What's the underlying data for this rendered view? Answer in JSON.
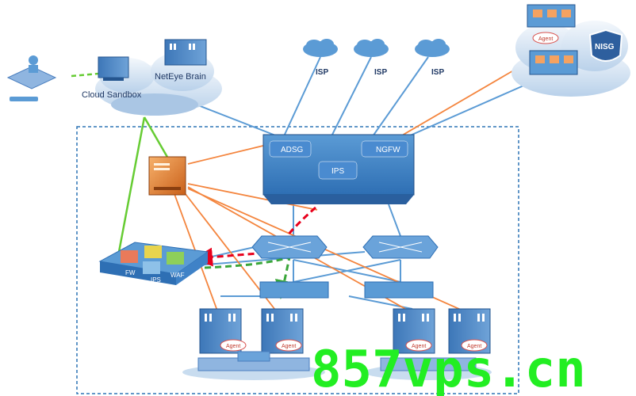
{
  "diagram": {
    "labels": {
      "sandbox": "Cloud Sandbox",
      "brain": "NetEye Brain",
      "isp": "ISP",
      "adsg": "ADSG",
      "ngfw": "NGFW",
      "ips": "IPS",
      "nisg": "NISG",
      "fw": "FW",
      "waf": "WAF",
      "vm_ips": "IPS",
      "agent": "Agent"
    },
    "watermark": "857vps.cn",
    "colors": {
      "blue_line": "#5b9bd5",
      "orange_line": "#f4853e",
      "green_line": "#66cc33",
      "red_dash": "#e8001c",
      "green_dash": "#3aa63a",
      "frame": "#2e75b6",
      "watermark": "#22ee22"
    }
  }
}
